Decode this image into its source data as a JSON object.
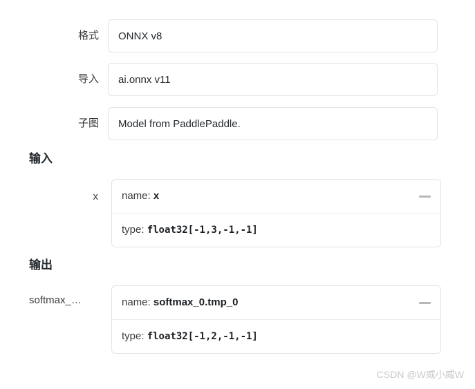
{
  "properties": [
    {
      "label": "格式",
      "value": "ONNX v8"
    },
    {
      "label": "导入",
      "value": "ai.onnx v11"
    },
    {
      "label": "子图",
      "value": "Model from PaddlePaddle."
    }
  ],
  "inputs": {
    "heading": "输入",
    "items": [
      {
        "label": "x",
        "name_key": "name:",
        "name_value": "x",
        "type_key": "type:",
        "type_value": "float32[-1,3,-1,-1]",
        "collapse_icon": "minus-icon"
      }
    ]
  },
  "outputs": {
    "heading": "输出",
    "items": [
      {
        "label": "softmax_…",
        "name_key": "name:",
        "name_value": "softmax_0.tmp_0",
        "type_key": "type:",
        "type_value": "float32[-1,2,-1,-1]",
        "collapse_icon": "minus-icon"
      }
    ]
  },
  "watermark": "CSDN @W威小威W",
  "colors": {
    "border": "#e1e4e8",
    "divider": "#eaecef",
    "text": "#24292e",
    "muted": "#3b3b3b",
    "icon": "#b8b8b8",
    "watermark": "#c9c9c9",
    "background": "#ffffff"
  }
}
